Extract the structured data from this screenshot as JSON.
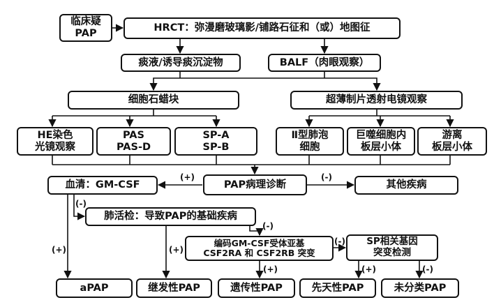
{
  "nodes": {
    "suspect": [
      "临床疑",
      "PAP"
    ],
    "hrct": [
      "HRCT：弥漫磨玻璃影/铺路石征和（或）地图征"
    ],
    "sputum": [
      "痰液/诱导痰沉淀物"
    ],
    "balf": [
      "BALF（肉眼观察）"
    ],
    "paraffin": [
      "细胞石蜡块"
    ],
    "tem": [
      "超薄制片透射电镜观察"
    ],
    "he": [
      "HE染色",
      "光镜观察"
    ],
    "pas": [
      "PAS",
      "PAS-D"
    ],
    "sp": [
      "SP-A",
      "SP-B"
    ],
    "type2": [
      "Ⅱ型肺泡",
      "细胞"
    ],
    "macro": [
      "巨噬细胞内",
      "板层小体"
    ],
    "free": [
      "游离",
      "板层小体"
    ],
    "serum": [
      "血清：GM-CSF"
    ],
    "patho": [
      "PAP病理诊断"
    ],
    "other": [
      "其他疾病"
    ],
    "biopsy": [
      "肺活检：导致PAP的基础疾病"
    ],
    "gene": [
      "编码GM-CSF受体亚基",
      "CSF2RA 和 CSF2RB 突变"
    ],
    "spgene": [
      "SP相关基因",
      "突变检测"
    ],
    "apap": [
      "aPAP"
    ],
    "secondary": [
      "继发性PAP"
    ],
    "hereditary": [
      "遗传性PAP"
    ],
    "congenital": [
      "先天性PAP"
    ],
    "unclassified": [
      "未分类PAP"
    ]
  },
  "labels": {
    "pos_serum": "(+)",
    "neg_other": "(-)",
    "neg_biopsy": "(-)",
    "pos_apap": "(+)",
    "pos_secondary": "(+)",
    "neg_gene": "(-)",
    "pos_hereditary": "(+)",
    "neg_spgene": "(-)",
    "pos_congenital": "(+)",
    "neg_unclassified": "(-)"
  }
}
